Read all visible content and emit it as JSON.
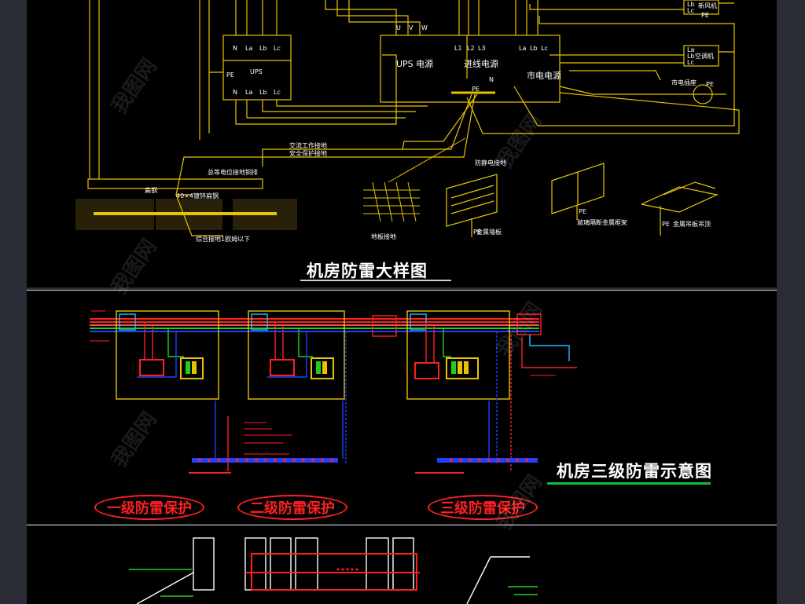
{
  "top": {
    "title": "机房防雷大样图",
    "panels": {
      "left_box": {
        "terminals_top": [
          "N",
          "La",
          "Lb",
          "Lc"
        ],
        "name": "UPS",
        "terminals_bottom": [
          "N",
          "La",
          "Lb",
          "Lc"
        ],
        "pe": "PE"
      },
      "ups_box": {
        "terminals": [
          "U",
          "V",
          "W"
        ],
        "name": "UPS 电源"
      },
      "mains_box": {
        "terminals": [
          "L1",
          "L2",
          "L3"
        ],
        "name": "进线电源",
        "n": "N",
        "pe": "PE"
      },
      "city_box": {
        "terminals": [
          "La",
          "Lb",
          "Lc"
        ],
        "name": "市电电源"
      },
      "right_devices": [
        {
          "label": "新风机",
          "terminals": [
            "Lb",
            "Lc"
          ],
          "pe": "PE"
        },
        {
          "label": "空调机",
          "terminals": [
            "La",
            "Lb",
            "Lc"
          ]
        },
        {
          "label": "市电插座",
          "pe": "PE"
        }
      ]
    },
    "annotations": [
      "交流工作接地",
      "安全保护接地",
      "总等电位接地铜排",
      "扁钢",
      "40×4镀锌扁钢",
      "综合接地1欧姆以下",
      "防静电接地",
      "地板接地",
      "金属墙板",
      "玻璃隔断金属框架",
      "金属吊板吊顶",
      "PE"
    ]
  },
  "middle": {
    "title": "机房三级防雷示意图",
    "levels": [
      "一级防雷保护",
      "二级防雷保护",
      "三级防雷保护"
    ]
  },
  "watermark": "我图网"
}
